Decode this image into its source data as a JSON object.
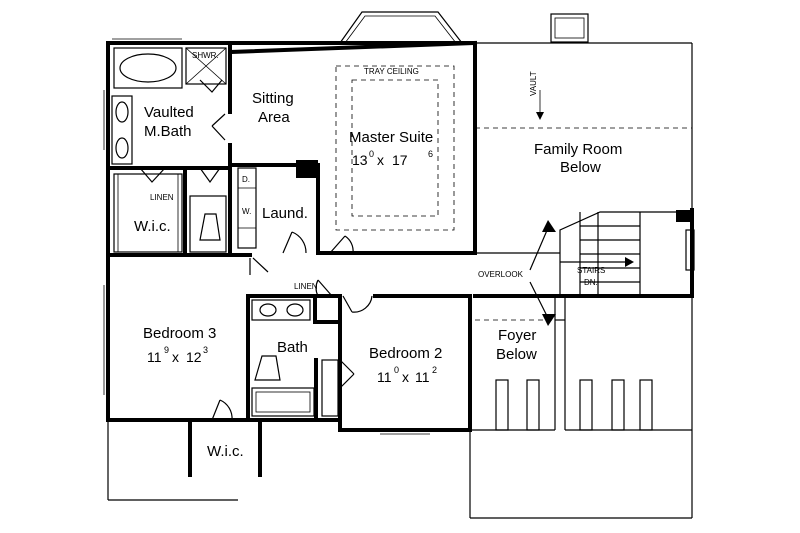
{
  "rooms": {
    "vaulted_bath": {
      "line1": "Vaulted",
      "line2": "M.Bath"
    },
    "shower": "SHWR.",
    "sitting": {
      "line1": "Sitting",
      "line2": "Area"
    },
    "master": {
      "name": "Master Suite",
      "dim_w": "13",
      "dim_w_ft": "0",
      "dim_h": "17",
      "dim_h_ft": "6"
    },
    "tray_ceiling": "TRAY CEILING",
    "family": {
      "line1": "Family Room",
      "line2": "Below"
    },
    "vault": "VAULT",
    "linen_top": "LINEN",
    "wic_top": "W.i.c.",
    "laundry": "Laund.",
    "dryer": "D.",
    "washer": "W.",
    "linen_hall": "LINEN",
    "overlook": "OVERLOOK",
    "stairs": {
      "line1": "STAIRS",
      "line2": "DN."
    },
    "bedroom3": {
      "name": "Bedroom 3",
      "dim_w": "11",
      "dim_w_ft": "9",
      "dim_h": "12",
      "dim_h_ft": "3"
    },
    "bath": "Bath",
    "bedroom2": {
      "name": "Bedroom 2",
      "dim_w": "11",
      "dim_w_ft": "0",
      "dim_h": "11",
      "dim_h_ft": "2"
    },
    "foyer": {
      "line1": "Foyer",
      "line2": "Below"
    },
    "wic_bottom": "W.i.c."
  }
}
